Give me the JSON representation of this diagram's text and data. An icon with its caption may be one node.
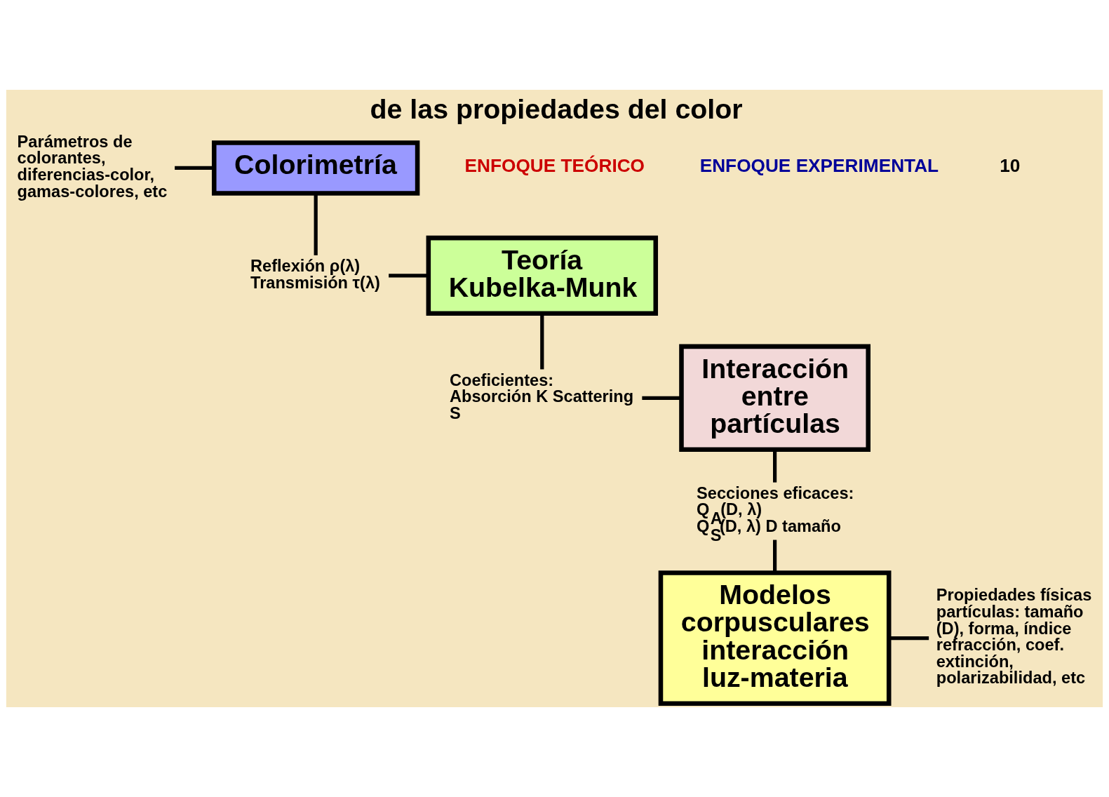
{
  "diagram": {
    "title": "de las propiedades del color",
    "nodes": [
      {
        "text": [
          "Colorimetría"
        ]
      },
      {
        "text": [
          "Parámetros de colorantes, diferencias-color, gamas-colores, etc"
        ]
      },
      {
        "text": [
          "Reflexión ρ(λ) Transmisión τ(λ)"
        ]
      },
      {
        "text": [
          "Teoría Kubelka-Munk"
        ]
      },
      {
        "text": [
          "Coeficientes: Absorción K Scattering S"
        ]
      },
      {
        "text": [
          "Interacción entre partículas"
        ]
      },
      {
        "text": [
          "Secciones eficaces: Q$_{A}$(D, λ) Q$_{S}$(D, λ) D tamaño"
        ]
      },
      {
        "text": [
          "Modelos corpusculares interacción luz-materia"
        ]
      },
      {
        "text": [
          "Propiedades físicas partículas: tamaño (D), forma, índice refracción, coef. extinción, polarizabilidad, etc"
        ]
      }
    ],
    "edges": [
      {
        "from": 1,
        "to": 0,
        "arrow": "none"
      },
      {
        "from": 0,
        "to": 2,
        "arrow": "none"
      },
      {
        "from": 2,
        "to": 3,
        "arrow": "none"
      },
      {
        "from": 3,
        "to": 4,
        "arrow": "none"
      },
      {
        "from": 4,
        "to": 5,
        "arrow": "none"
      },
      {
        "from": 5,
        "to": 6,
        "arrow": "none"
      },
      {
        "from": 6,
        "to": 7,
        "arrow": "none"
      },
      {
        "from": 7,
        "to": 8,
        "arrow": "none"
      }
    ],
    "labels": [
      "ENFOQUE TEÓRICO",
      "ENFOQUE EXPERIMENTAL",
      "10"
    ]
  }
}
